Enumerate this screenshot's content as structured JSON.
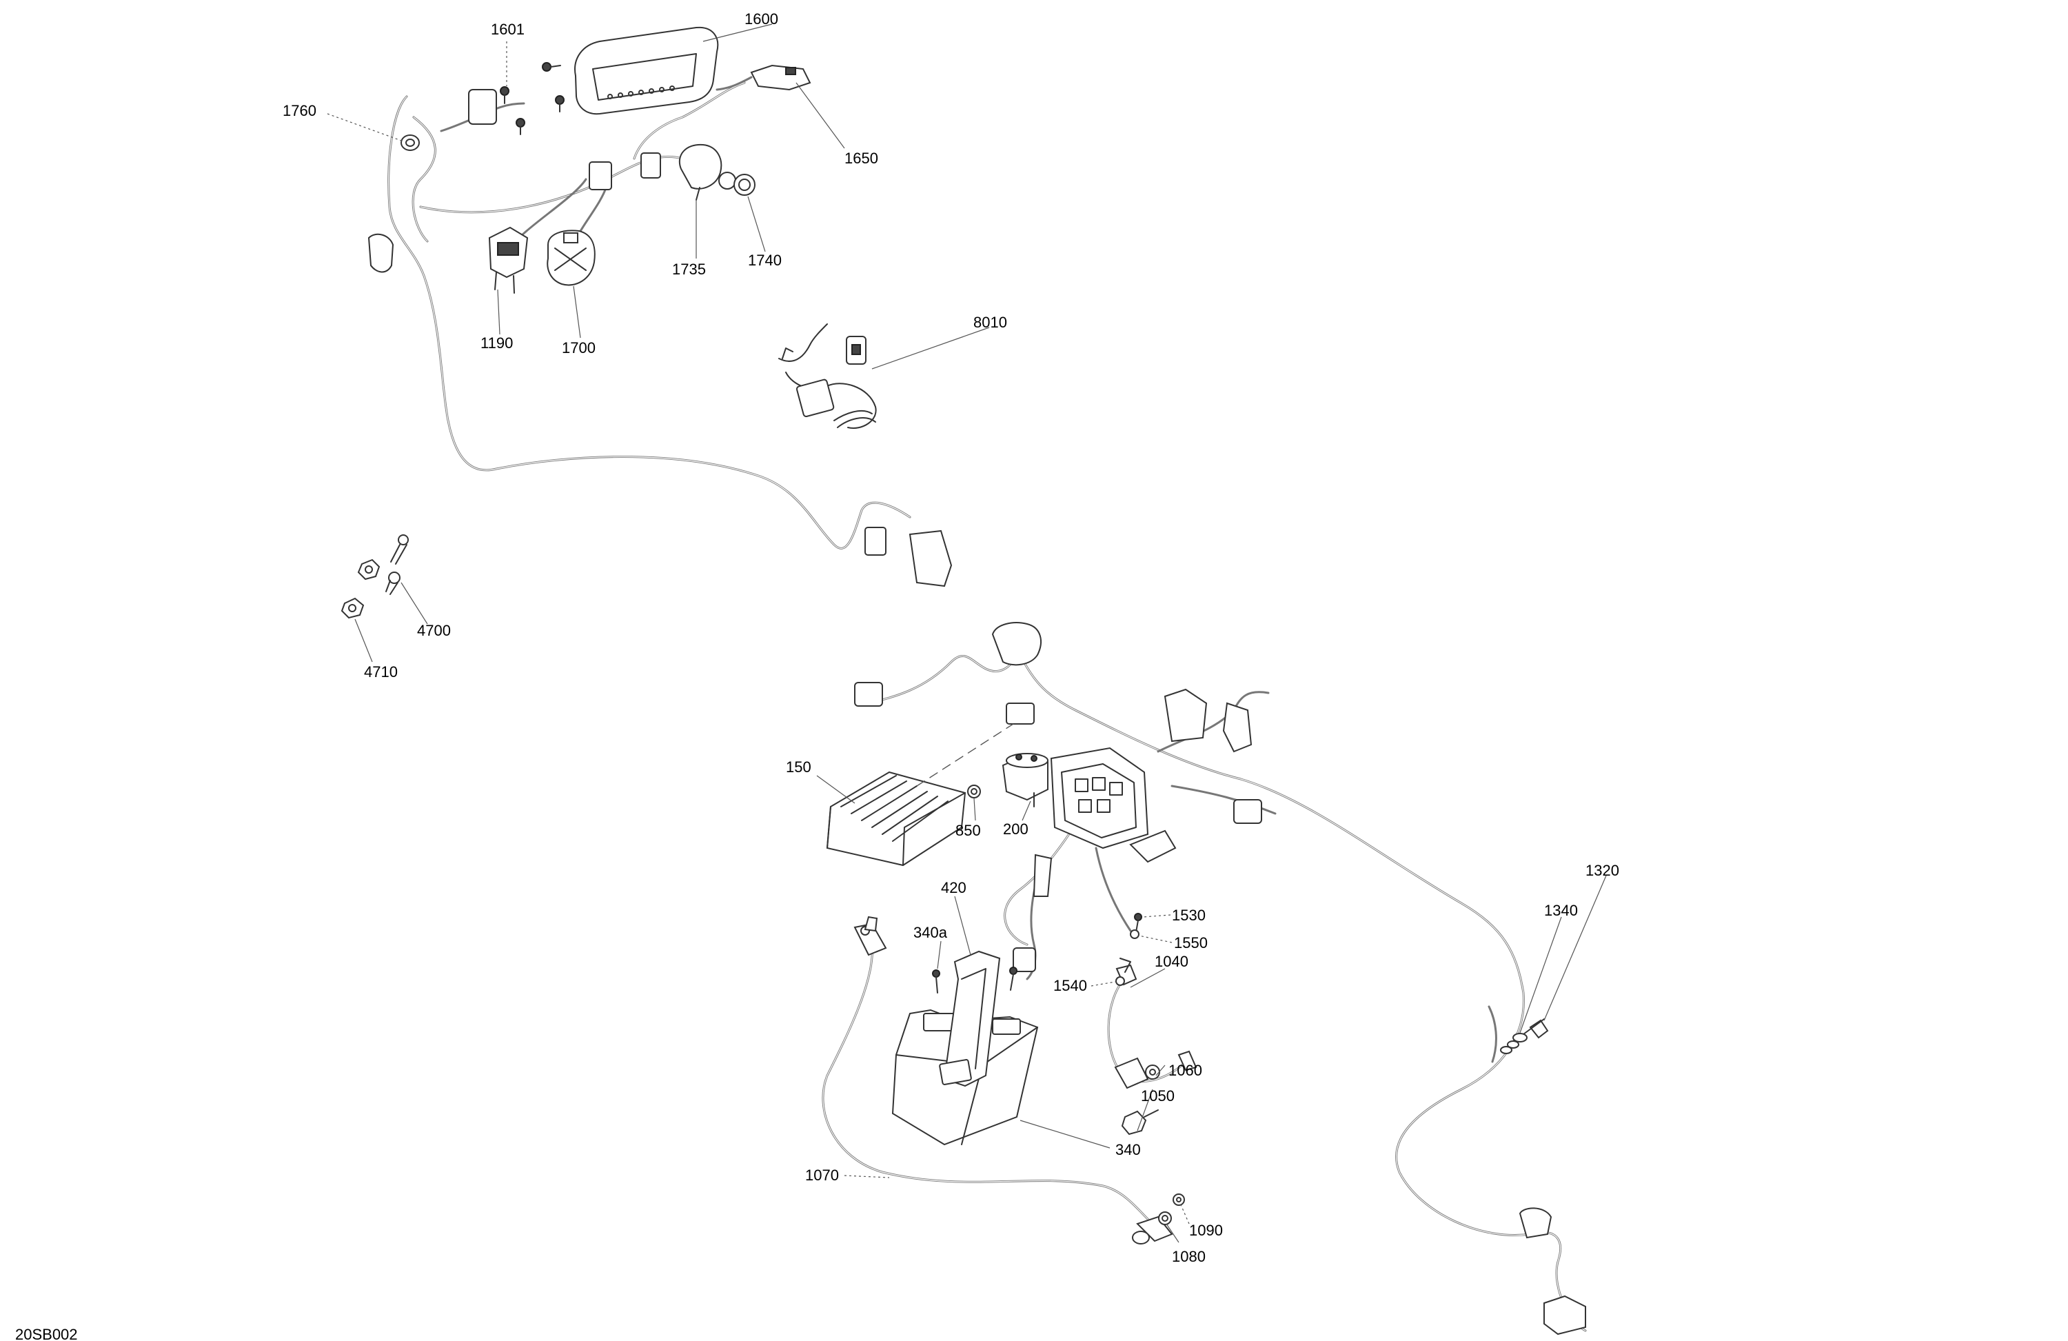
{
  "diagram_code": "20SB002",
  "callouts": [
    {
      "id": "c1601",
      "text": "1601"
    },
    {
      "id": "c1600",
      "text": "1600"
    },
    {
      "id": "c1760",
      "text": "1760"
    },
    {
      "id": "c1650",
      "text": "1650"
    },
    {
      "id": "c1735",
      "text": "1735"
    },
    {
      "id": "c1740",
      "text": "1740"
    },
    {
      "id": "c1190",
      "text": "1190"
    },
    {
      "id": "c1700",
      "text": "1700"
    },
    {
      "id": "c8010",
      "text": "8010"
    },
    {
      "id": "c4700",
      "text": "4700"
    },
    {
      "id": "c4710",
      "text": "4710"
    },
    {
      "id": "c150",
      "text": "150"
    },
    {
      "id": "c850",
      "text": "850"
    },
    {
      "id": "c200",
      "text": "200"
    },
    {
      "id": "c420",
      "text": "420"
    },
    {
      "id": "c340a",
      "text": "340a"
    },
    {
      "id": "c1530",
      "text": "1530"
    },
    {
      "id": "c1550",
      "text": "1550"
    },
    {
      "id": "c1040",
      "text": "1040"
    },
    {
      "id": "c1540",
      "text": "1540"
    },
    {
      "id": "c1060",
      "text": "1060"
    },
    {
      "id": "c1050",
      "text": "1050"
    },
    {
      "id": "c340",
      "text": "340"
    },
    {
      "id": "c1070",
      "text": "1070"
    },
    {
      "id": "c1090",
      "text": "1090"
    },
    {
      "id": "c1080",
      "text": "1080"
    },
    {
      "id": "c1320",
      "text": "1320"
    },
    {
      "id": "c1340",
      "text": "1340"
    }
  ]
}
